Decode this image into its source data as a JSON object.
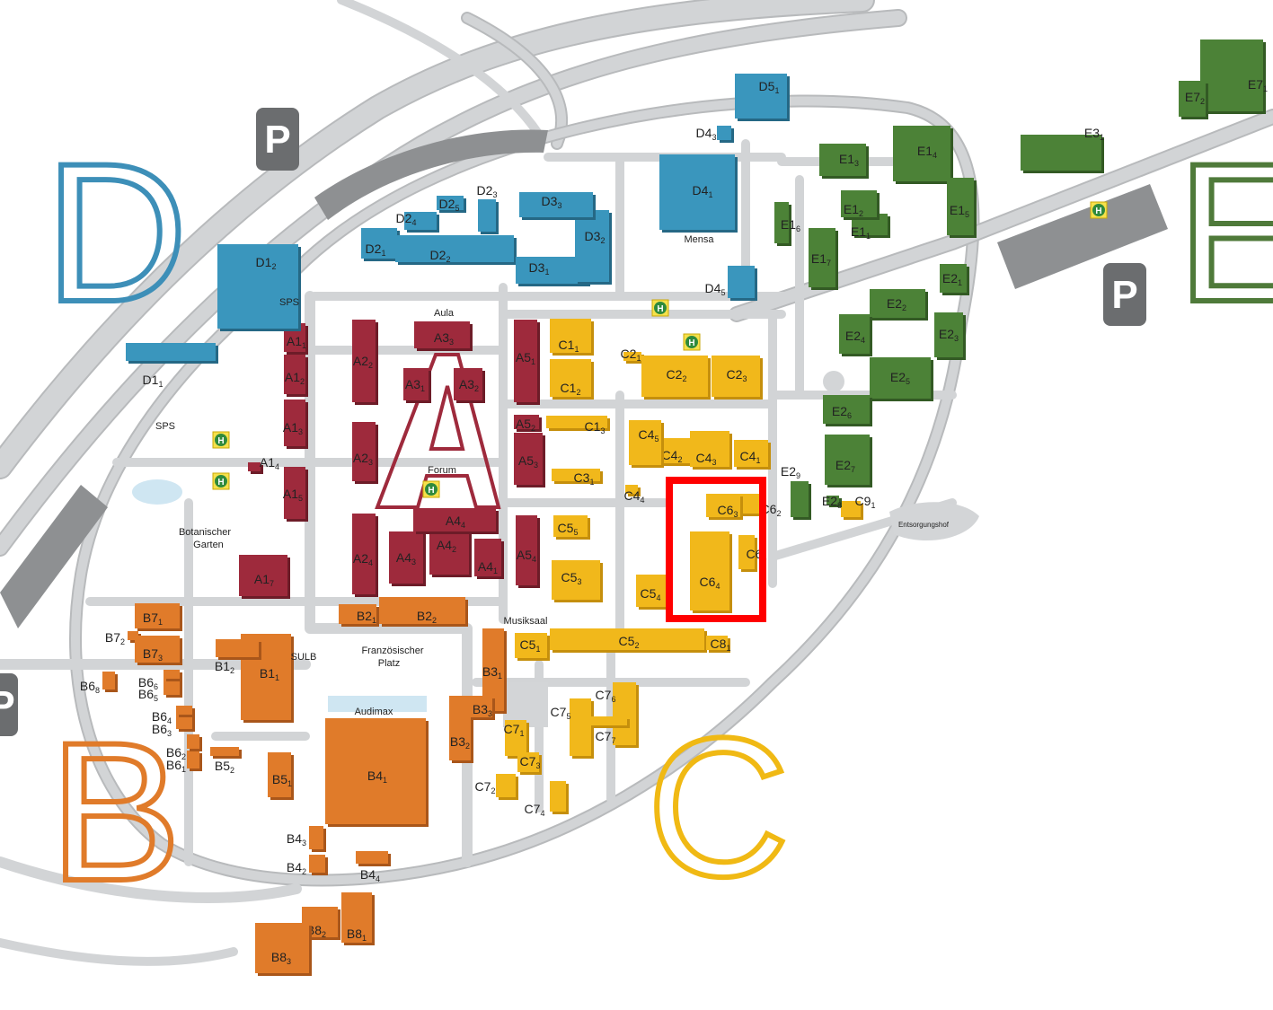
{
  "zones": [
    {
      "letter": "D",
      "color": "#3d8fb8"
    },
    {
      "letter": "E",
      "color": "#4f7a3a"
    },
    {
      "letter": "B",
      "color": "#e07b2a"
    },
    {
      "letter": "C",
      "color": "#f0b914"
    }
  ],
  "colors": {
    "A": "#9e2a3c",
    "B": "#e07b2a",
    "C": "#f1b81b",
    "D": "#3a96bd",
    "E": "#4c8237",
    "road": "#d3d5d7",
    "parking": "#6b6d6f",
    "highlight": "#ff0000"
  },
  "parking_label": "P",
  "highlight_target": "C64",
  "buildings": {
    "A": [
      {
        "id": "A11",
        "name": "A1",
        "sub": "1"
      },
      {
        "id": "A12",
        "name": "A1",
        "sub": "2"
      },
      {
        "id": "A13",
        "name": "A1",
        "sub": "3"
      },
      {
        "id": "A14",
        "name": "A1",
        "sub": "4"
      },
      {
        "id": "A15",
        "name": "A1",
        "sub": "5"
      },
      {
        "id": "A17",
        "name": "A1",
        "sub": "7"
      },
      {
        "id": "A22",
        "name": "A2",
        "sub": "2"
      },
      {
        "id": "A23",
        "name": "A2",
        "sub": "3"
      },
      {
        "id": "A24",
        "name": "A2",
        "sub": "4"
      },
      {
        "id": "A31",
        "name": "A3",
        "sub": "1"
      },
      {
        "id": "A32",
        "name": "A3",
        "sub": "2"
      },
      {
        "id": "A33",
        "name": "A3",
        "sub": "3"
      },
      {
        "id": "A41",
        "name": "A4",
        "sub": "1"
      },
      {
        "id": "A42",
        "name": "A4",
        "sub": "2"
      },
      {
        "id": "A43",
        "name": "A4",
        "sub": "3"
      },
      {
        "id": "A44",
        "name": "A4",
        "sub": "4"
      },
      {
        "id": "A51",
        "name": "A5",
        "sub": "1"
      },
      {
        "id": "A52",
        "name": "A5",
        "sub": "2"
      },
      {
        "id": "A53",
        "name": "A5",
        "sub": "3"
      },
      {
        "id": "A54",
        "name": "A5",
        "sub": "4"
      }
    ],
    "B": [
      {
        "id": "B11",
        "name": "B1",
        "sub": "1"
      },
      {
        "id": "B12",
        "name": "B1",
        "sub": "2"
      },
      {
        "id": "B21",
        "name": "B2",
        "sub": "1"
      },
      {
        "id": "B22",
        "name": "B2",
        "sub": "2"
      },
      {
        "id": "B31",
        "name": "B3",
        "sub": "1"
      },
      {
        "id": "B32",
        "name": "B3",
        "sub": "2"
      },
      {
        "id": "B33",
        "name": "B3",
        "sub": "3"
      },
      {
        "id": "B41",
        "name": "B4",
        "sub": "1"
      },
      {
        "id": "B42",
        "name": "B4",
        "sub": "2"
      },
      {
        "id": "B43",
        "name": "B4",
        "sub": "3"
      },
      {
        "id": "B44",
        "name": "B4",
        "sub": "4"
      },
      {
        "id": "B51",
        "name": "B5",
        "sub": "1"
      },
      {
        "id": "B52",
        "name": "B5",
        "sub": "2"
      },
      {
        "id": "B61",
        "name": "B6",
        "sub": "1"
      },
      {
        "id": "B62",
        "name": "B6",
        "sub": "2"
      },
      {
        "id": "B63",
        "name": "B6",
        "sub": "3"
      },
      {
        "id": "B64",
        "name": "B6",
        "sub": "4"
      },
      {
        "id": "B65",
        "name": "B6",
        "sub": "5"
      },
      {
        "id": "B66",
        "name": "B6",
        "sub": "6"
      },
      {
        "id": "B68",
        "name": "B6",
        "sub": "8"
      },
      {
        "id": "B71",
        "name": "B7",
        "sub": "1"
      },
      {
        "id": "B72",
        "name": "B7",
        "sub": "2"
      },
      {
        "id": "B73",
        "name": "B7",
        "sub": "3"
      },
      {
        "id": "B81",
        "name": "B8",
        "sub": "1"
      },
      {
        "id": "B82",
        "name": "B8",
        "sub": "2"
      },
      {
        "id": "B83",
        "name": "B8",
        "sub": "3"
      }
    ],
    "C": [
      {
        "id": "C11",
        "name": "C1",
        "sub": "1"
      },
      {
        "id": "C12",
        "name": "C1",
        "sub": "2"
      },
      {
        "id": "C13",
        "name": "C1",
        "sub": "3"
      },
      {
        "id": "C21",
        "name": "C2",
        "sub": "1"
      },
      {
        "id": "C22",
        "name": "C2",
        "sub": "2"
      },
      {
        "id": "C23",
        "name": "C2",
        "sub": "3"
      },
      {
        "id": "C31",
        "name": "C3",
        "sub": "1"
      },
      {
        "id": "C41",
        "name": "C4",
        "sub": "1"
      },
      {
        "id": "C42",
        "name": "C4",
        "sub": "2"
      },
      {
        "id": "C43",
        "name": "C4",
        "sub": "3"
      },
      {
        "id": "C44",
        "name": "C4",
        "sub": "4"
      },
      {
        "id": "C45",
        "name": "C4",
        "sub": "5"
      },
      {
        "id": "C51",
        "name": "C5",
        "sub": "1"
      },
      {
        "id": "C52",
        "name": "C5",
        "sub": "2"
      },
      {
        "id": "C53",
        "name": "C5",
        "sub": "3"
      },
      {
        "id": "C54",
        "name": "C5",
        "sub": "4"
      },
      {
        "id": "C55",
        "name": "C5",
        "sub": "5"
      },
      {
        "id": "C62",
        "name": "C6",
        "sub": "2"
      },
      {
        "id": "C63",
        "name": "C6",
        "sub": "3"
      },
      {
        "id": "C64",
        "name": "C6",
        "sub": "4"
      },
      {
        "id": "C65",
        "name": "C6",
        "sub": "5"
      },
      {
        "id": "C71",
        "name": "C7",
        "sub": "1"
      },
      {
        "id": "C72",
        "name": "C7",
        "sub": "2"
      },
      {
        "id": "C73",
        "name": "C7",
        "sub": "3"
      },
      {
        "id": "C74",
        "name": "C7",
        "sub": "4"
      },
      {
        "id": "C75",
        "name": "C7",
        "sub": "5"
      },
      {
        "id": "C76",
        "name": "C7",
        "sub": "6"
      },
      {
        "id": "C77",
        "name": "C7",
        "sub": "7"
      },
      {
        "id": "C81",
        "name": "C8",
        "sub": "1"
      },
      {
        "id": "C91",
        "name": "C9",
        "sub": "1"
      }
    ],
    "D": [
      {
        "id": "D11",
        "name": "D1",
        "sub": "1"
      },
      {
        "id": "D12",
        "name": "D1",
        "sub": "2"
      },
      {
        "id": "D21",
        "name": "D2",
        "sub": "1"
      },
      {
        "id": "D22",
        "name": "D2",
        "sub": "2"
      },
      {
        "id": "D23",
        "name": "D2",
        "sub": "3"
      },
      {
        "id": "D24",
        "name": "D2",
        "sub": "4"
      },
      {
        "id": "D25",
        "name": "D2",
        "sub": "5"
      },
      {
        "id": "D31",
        "name": "D3",
        "sub": "1"
      },
      {
        "id": "D32",
        "name": "D3",
        "sub": "2"
      },
      {
        "id": "D33",
        "name": "D3",
        "sub": "3"
      },
      {
        "id": "D41",
        "name": "D4",
        "sub": "1"
      },
      {
        "id": "D43",
        "name": "D4",
        "sub": "3"
      },
      {
        "id": "D45",
        "name": "D4",
        "sub": "5"
      },
      {
        "id": "D51",
        "name": "D5",
        "sub": "1"
      }
    ],
    "E": [
      {
        "id": "E11",
        "name": "E1",
        "sub": "1"
      },
      {
        "id": "E12",
        "name": "E1",
        "sub": "2"
      },
      {
        "id": "E13",
        "name": "E1",
        "sub": "3"
      },
      {
        "id": "E14",
        "name": "E1",
        "sub": "4"
      },
      {
        "id": "E15",
        "name": "E1",
        "sub": "5"
      },
      {
        "id": "E16",
        "name": "E1",
        "sub": "6"
      },
      {
        "id": "E17",
        "name": "E1",
        "sub": "7"
      },
      {
        "id": "E21",
        "name": "E2",
        "sub": "1"
      },
      {
        "id": "E22",
        "name": "E2",
        "sub": "2"
      },
      {
        "id": "E23",
        "name": "E2",
        "sub": "3"
      },
      {
        "id": "E24",
        "name": "E2",
        "sub": "4"
      },
      {
        "id": "E25",
        "name": "E2",
        "sub": "5"
      },
      {
        "id": "E26",
        "name": "E2",
        "sub": "6"
      },
      {
        "id": "E27",
        "name": "E2",
        "sub": "7"
      },
      {
        "id": "E28",
        "name": "E2",
        "sub": "8"
      },
      {
        "id": "E29",
        "name": "E2",
        "sub": "9"
      },
      {
        "id": "E31",
        "name": "E3",
        "sub": "1"
      },
      {
        "id": "E71",
        "name": "E7",
        "sub": "1"
      },
      {
        "id": "E72",
        "name": "E7",
        "sub": "2"
      }
    ]
  },
  "places": {
    "aula": "Aula",
    "forum": "Forum",
    "mensa": "Mensa",
    "sps1": "SPS",
    "sps2": "SPS",
    "botanischer_garten_1": "Botanischer",
    "botanischer_garten_2": "Garten",
    "sulb": "SULB",
    "franzoesischer_platz_1": "Französischer",
    "franzoesischer_platz_2": "Platz",
    "audimax": "Audimax",
    "musiksaal": "Musiksaal",
    "entsorgungshof": "Entsorgungshof"
  }
}
